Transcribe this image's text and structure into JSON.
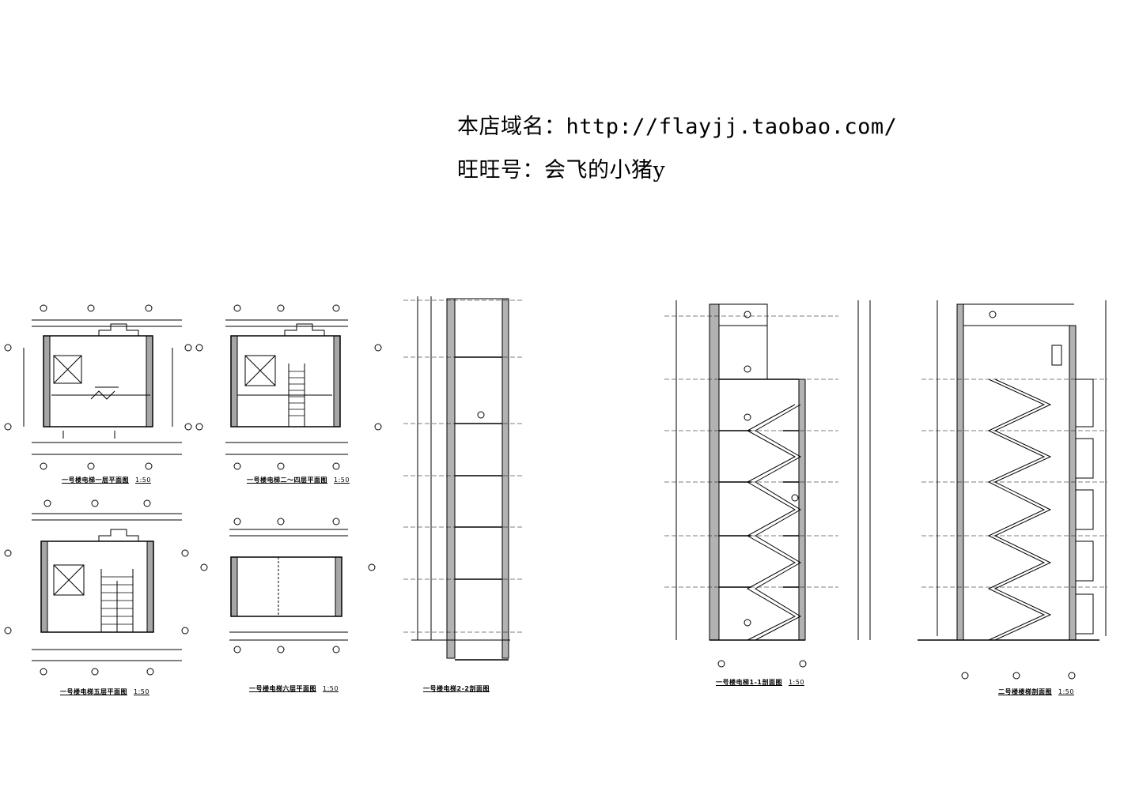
{
  "header": {
    "domain_label": "本店域名：",
    "domain_url": "http://flayjj.taobao.com/",
    "wangwang_label": "旺旺号：",
    "wangwang_id": "会飞的小猪y"
  },
  "drawings": [
    {
      "caption": "一号楼电梯一层平面图",
      "scale": "1:50"
    },
    {
      "caption": "一号楼电梯二～四层平面图",
      "scale": "1:50"
    },
    {
      "caption": "一号楼电梯五层平面图",
      "scale": "1:50"
    },
    {
      "caption": "一号楼电梯六层平面图",
      "scale": "1:50"
    },
    {
      "caption": "一号楼电梯2-2剖面图",
      "scale": ""
    },
    {
      "caption": "一号楼电梯1-1剖面图",
      "scale": "1:50"
    },
    {
      "caption": "二号楼楼梯剖面图",
      "scale": "1:50"
    }
  ],
  "colors": {
    "line": "#000000",
    "background": "#ffffff"
  }
}
